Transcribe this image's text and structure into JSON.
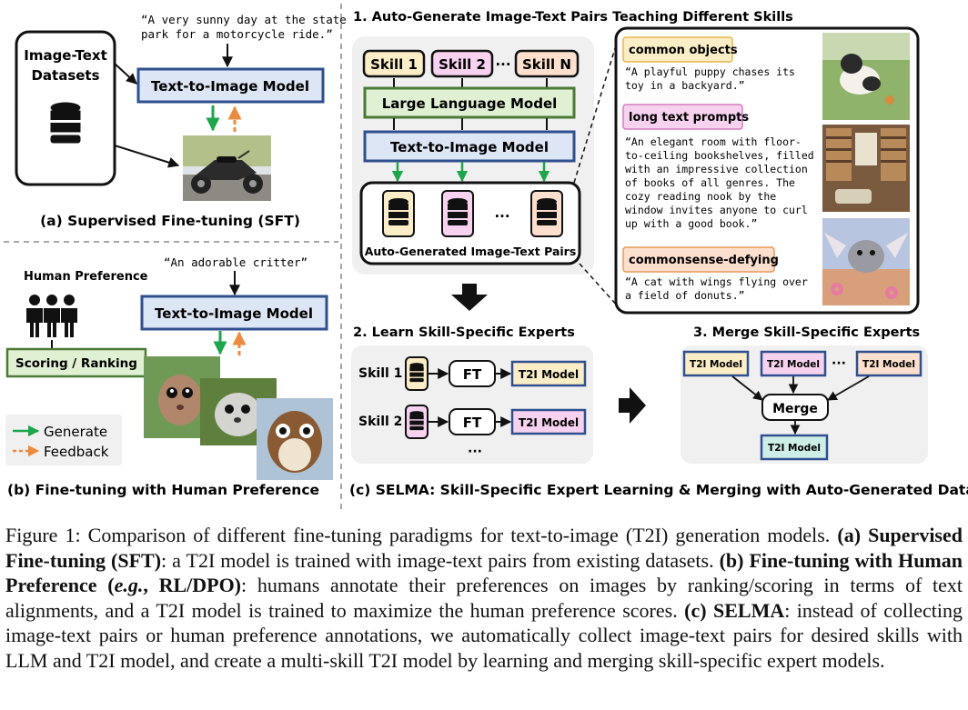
{
  "panel_a": {
    "datasets_label_1": "Image-Text",
    "datasets_label_2": "Datasets",
    "prompt_1": "“A very sunny day at the state",
    "prompt_2": "park for a motorcycle ride.”",
    "model_label": "Text-to-Image Model",
    "title": "(a) Supervised Fine-tuning (SFT)"
  },
  "panel_b": {
    "human_pref_label": "Human Preference",
    "prompt": "“An adorable critter”",
    "model_label": "Text-to-Image Model",
    "scoring_label": "Scoring / Ranking",
    "legend_generate": "Generate",
    "legend_feedback": "Feedback",
    "title": "(b) Fine-tuning with Human Preference"
  },
  "panel_c": {
    "step1_title": "1. Auto-Generate Image-Text Pairs Teaching Different Skills",
    "skills": [
      "Skill 1",
      "Skill 2",
      "Skill N"
    ],
    "ellipsis": "···",
    "llm_label": "Large Language Model",
    "t2i_label": "Text-to-Image Model",
    "pairs_label": "Auto-Generated Image-Text Pairs",
    "examples": [
      {
        "tag": "common objects",
        "lines": [
          "“A playful puppy chases its",
          "toy in a backyard.”"
        ]
      },
      {
        "tag": "long text prompts",
        "lines": [
          "“An elegant room with floor-",
          "to-ceiling bookshelves, filled",
          "with an impressive collection",
          "of books of all genres. The",
          "cozy reading nook by the",
          "window invites anyone to curl",
          "up with a good book.”"
        ]
      },
      {
        "tag": "commonsense-defying",
        "lines": [
          "“A cat with wings flying over",
          "a field of donuts.”"
        ]
      }
    ],
    "step2_title": "2. Learn Skill-Specific Experts",
    "step2_skill_1": "Skill 1",
    "step2_skill_2": "Skill 2",
    "ft_label": "FT",
    "t2i_model_label": "T2I Model",
    "step3_title": "3. Merge Skill-Specific Experts",
    "merge_label": "Merge",
    "title": "(c) SELMA: Skill-Specific Expert Learning & Merging with Auto-Generated Data"
  },
  "caption": {
    "intro": "Figure 1:  Comparison of different fine-tuning paradigms for text-to-image (T2I) generation models.",
    "a_head": "(a) Supervised Fine-tuning (SFT)",
    "a_text": ": a T2I model is trained with image-text pairs from existing datasets.",
    "b_head_1": "(b) Fine-tuning with Human Preference (",
    "b_head_eg": "e.g.",
    "b_head_2": ", RL/DPO)",
    "b_text": ": humans annotate their preferences on images by ranking/scoring in terms of text alignments, and a T2I model is trained to maximize the human preference scores.",
    "c_head": "(c) SELMA",
    "c_text": ": instead of collecting image-text pairs or human preference annotations, we automatically collect image-text pairs for desired skills with LLM and T2I model, and create a multi-skill T2I model by learning and merging skill-specific expert models."
  },
  "colors": {
    "model_fill": "#dce6f4",
    "model_stroke": "#2f4f8f",
    "scoring_fill": "#dff0d3",
    "scoring_stroke": "#4a7a36",
    "skill1_fill": "#fbedc6",
    "skill2_fill": "#f6d2ee",
    "skilln_fill": "#fcdfcc",
    "merged_fill": "#cdeee6",
    "panel_bg": "#f0f0f0",
    "generate_arrow": "#1aa64a",
    "feedback_arrow": "#ee8a3c"
  }
}
